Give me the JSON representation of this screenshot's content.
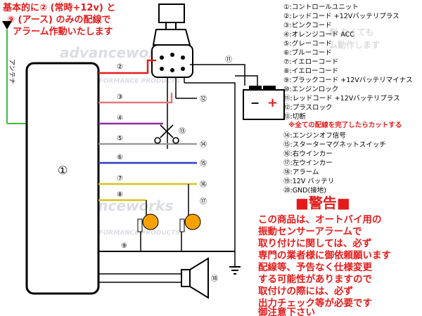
{
  "note": {
    "line1": "基本的に② (常時+12v) と",
    "line2": "⑨ (アース) のみの配線で",
    "line3": "アラーム作動いたします"
  },
  "antenna_label": "アンテナ",
  "unit_label": "①",
  "wire_numbers": {
    "w2": "②",
    "w3": "③",
    "w4": "④",
    "w5": "⑤",
    "w6": "⑥",
    "w7": "⑦",
    "w8": "⑧",
    "w9": "⑨",
    "w11": "⑪",
    "w12": "⑫",
    "w13": "⑬",
    "w14": "⑭",
    "w15": "⑮",
    "w16": "⑯",
    "w17": "⑰",
    "w18": "⑱"
  },
  "battery": {
    "minus": "−",
    "plus": "+"
  },
  "legend": [
    "①:コントロールユニット",
    "②:レッドコード +12Vバッテリプラス",
    "③:ピンクコード",
    "④:オレンジコード ACC",
    "⑤:グレーコード",
    "⑥:ブルーコード",
    "⑦:イエローコード",
    "⑧:イエローコード",
    "⑨:ブラックコード +12Vバッテリマイナス",
    "⑩:エンジンロック",
    "⑪:レッドコード +12Vバッテリプラス",
    "⑫:プラスロック",
    "⑬:切断"
  ],
  "legend_note": "※全ての配線を完了したらカットする",
  "legend2": [
    "⑭:エンジンオフ信号",
    "⑮:スターターマグネットスイッチ",
    "⑯:右ウインカー",
    "⑰:左ウインカー",
    "⑱:アラーム",
    "⑲:12V バッテリ",
    "⑳:GND(接地)"
  ],
  "warning": {
    "title": "■警告■",
    "lines": [
      "この商品は、オートバイ用の",
      "振動センサーアラームで",
      "取り付けに関しては、必ず",
      "専門の業者様に御依頼願います",
      "配線等、予告なく仕様変更",
      "する可能性がありますので",
      "取付けの際には、必ず",
      "出力チェック等が必要です",
      "御注意下さい"
    ]
  },
  "watermark": {
    "text1": "advanceworks",
    "text2": "HIGH PERFORMANCE PRODUCTS",
    "text3": "創 なくても",
    "text4": "ム動作します"
  },
  "colors": {
    "red": "#e41b1b",
    "pink": "#e07a7a",
    "orange_wire": "#c87f3a",
    "purple": "#8a2fa0",
    "gray": "#9a9a9a",
    "blue": "#2b3bc7",
    "yellow": "#d8c21a",
    "green": "#3fbf3f",
    "lamp": "#f5a100"
  }
}
